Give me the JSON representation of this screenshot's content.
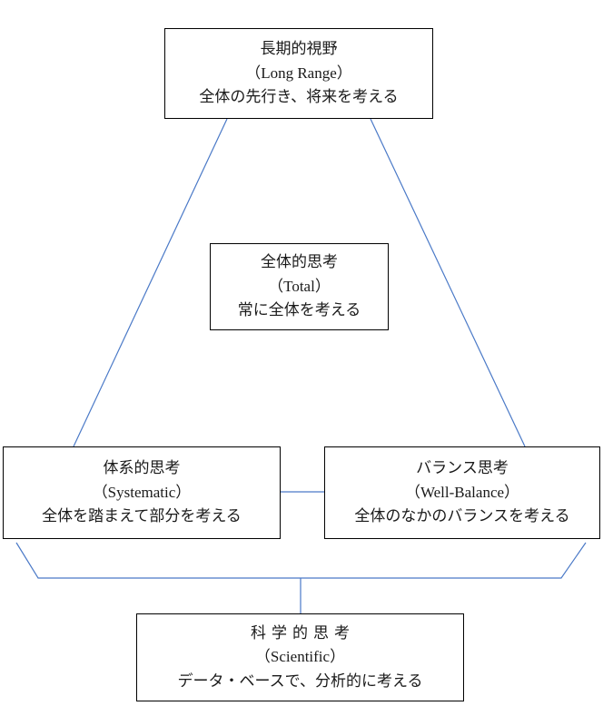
{
  "diagram": {
    "title_visible": false,
    "line_color": "#4a79c7",
    "box_border_color": "#000000",
    "text_color": "#1a1a1a",
    "background": "#ffffff",
    "nodes": [
      {
        "id": "long-range",
        "title": "長期的視野",
        "english": "（Long Range）",
        "description": "全体の先行き、将来を考える",
        "spaced_title": false
      },
      {
        "id": "total",
        "title": "全体的思考",
        "english": "（Total）",
        "description": "常に全体を考える",
        "spaced_title": false
      },
      {
        "id": "systematic",
        "title": "体系的思考",
        "english": "（Systematic）",
        "description": "全体を踏まえて部分を考える",
        "spaced_title": false
      },
      {
        "id": "well-balance",
        "title": "バランス思考",
        "english": "（Well-Balance）",
        "description": "全体のなかのバランスを考える",
        "spaced_title": false
      },
      {
        "id": "scientific",
        "title": "科学的思考",
        "english": "（Scientific）",
        "description": "データ・ベースで、分析的に考える",
        "spaced_title": true
      }
    ],
    "connectors": [
      {
        "id": "long-range-to-systematic",
        "type": "diagonal",
        "from": "long-range",
        "to": "systematic"
      },
      {
        "id": "long-range-to-well-balance",
        "type": "diagonal",
        "from": "long-range",
        "to": "well-balance"
      },
      {
        "id": "systematic-to-well-balance",
        "type": "horizontal",
        "from": "systematic",
        "to": "well-balance"
      },
      {
        "id": "systematic-to-scientific",
        "type": "elbow",
        "from": "systematic",
        "to": "scientific"
      },
      {
        "id": "well-balance-to-scientific",
        "type": "elbow",
        "from": "well-balance",
        "to": "scientific"
      }
    ]
  }
}
